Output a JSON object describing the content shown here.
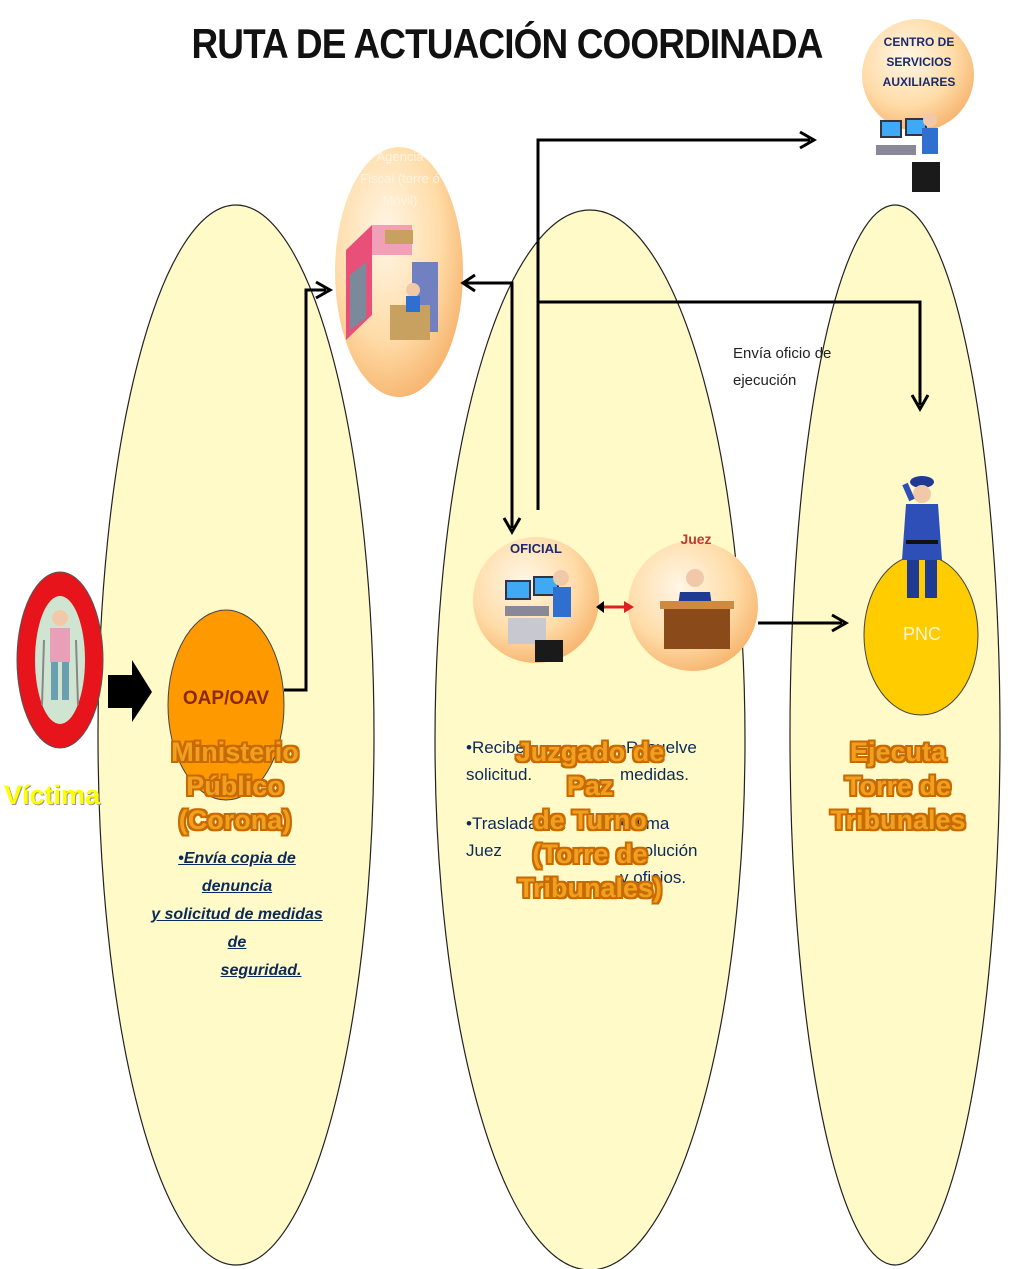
{
  "title": "RUTA DE ACTUACIÓN COORDINADA",
  "centro": {
    "line1": "CENTRO DE",
    "line2": "SERVICIOS AUXILIARES"
  },
  "agencia": {
    "line1": "Agencia",
    "line2": "Fiscal  (torre ó",
    "line3": "Móvil)"
  },
  "envia_oficio": {
    "line1": "Envía oficio de",
    "line2": "ejecución"
  },
  "victima": "Víctima",
  "oap": "OAP/OAV",
  "oficial": "OFICIAL",
  "juez": "Juez",
  "pnc": "PNC",
  "mp_text": {
    "line1": "•Envía copia de denuncia",
    "line2": "y solicitud de medidas de",
    "line3": "seguridad."
  },
  "oficial_tasks": {
    "l1": "•Recibe",
    "l2": "solicitud.",
    "l3": "•Traslada a",
    "l4": "Juez"
  },
  "juez_tasks": {
    "l1": "•Resuelve",
    "l2": "medidas.",
    "l3": "•Firma",
    "l4": "resolución",
    "l5": "y oficios."
  },
  "ministerio": {
    "line1": "Ministerio Público",
    "line2": "(Corona)"
  },
  "juzgado": {
    "line1": "Juzgado  de Paz",
    "line2": "de Turno",
    "line3": "(Torre de",
    "line4": "Tribunales)"
  },
  "ejecuta": {
    "line1": "Ejecuta Torre de",
    "line2": "Tribunales"
  },
  "colors": {
    "ellipse_fill": "#FFFAC8",
    "oap_fill": "#FF9900",
    "pnc_fill": "#FFCC00",
    "victima_ring": "#E8141B",
    "victima_text": "#FFFF00",
    "juez_text": "#C0392B",
    "body_text": "#0B2A5A"
  }
}
